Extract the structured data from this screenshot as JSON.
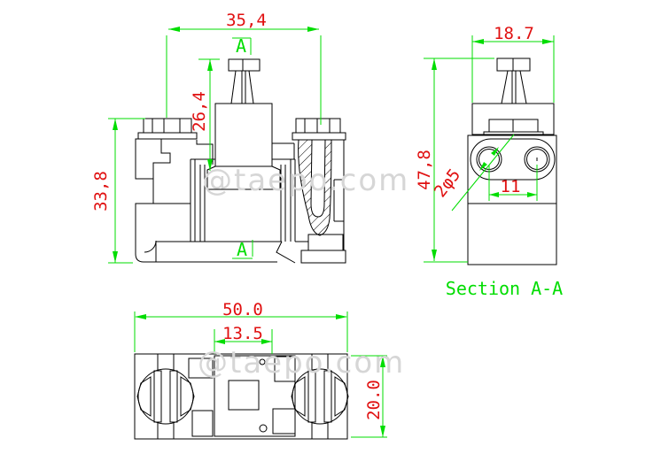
{
  "drawing": {
    "front_view": {
      "dim_bolt_spacing": "35,4",
      "dim_screw_height": "26,4",
      "dim_body_height": "33,8",
      "section_marker_top": "A",
      "section_marker_bottom": "A"
    },
    "section_view": {
      "dim_width": "18.7",
      "dim_total_height": "47,8",
      "dim_holes": "2φ5",
      "dim_hole_spacing": "11",
      "label": "Section A-A"
    },
    "bottom_view": {
      "dim_length": "50.0",
      "dim_inner": "13.5",
      "dim_depth": "20.0"
    },
    "watermark": "@taepo.com"
  },
  "colors": {
    "dimension_green": "#00dd00",
    "dimension_red": "#e01010",
    "line_black": "#000000",
    "watermark_gray": "#d6d6d6",
    "background": "#ffffff"
  }
}
